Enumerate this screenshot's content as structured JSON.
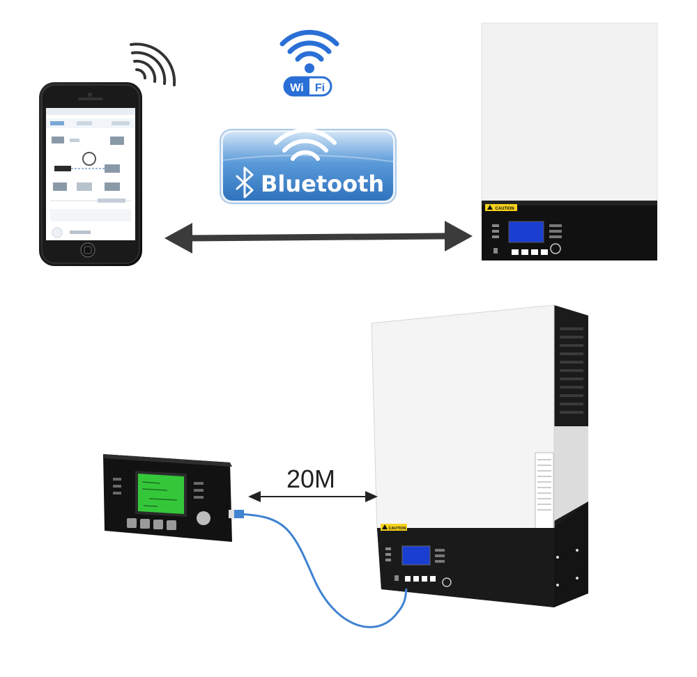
{
  "badges": {
    "wifi_label_left": "Wi",
    "wifi_label_right": "Fi",
    "bluetooth_label": "Bluetooth"
  },
  "cable": {
    "distance_label": "20M"
  },
  "inverter": {
    "caution_label": "CAUTION"
  },
  "colors": {
    "wifi_blue": "#2a6fd6",
    "bluetooth_blue": "#3d86cc",
    "arrow_gray": "#3b3b3b",
    "cable_blue": "#3f83d1",
    "lcd_green": "#35c73a"
  },
  "icons": [
    "smartphone-icon",
    "signal-waves-icon",
    "wifi-icon",
    "bluetooth-icon",
    "bidirectional-arrow-icon",
    "inverter-icon",
    "remote-display-panel-icon",
    "cable-icon"
  ]
}
